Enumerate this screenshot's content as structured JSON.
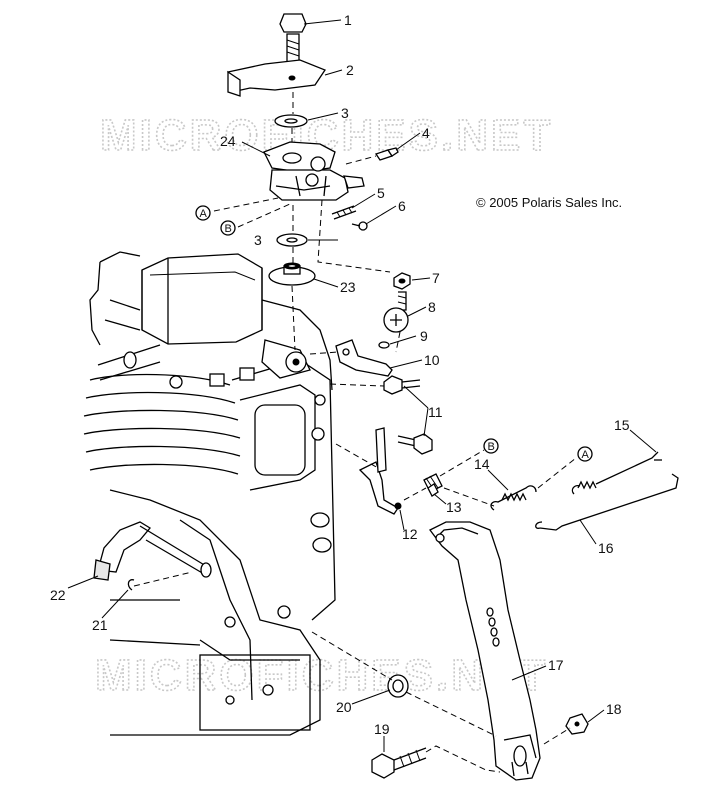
{
  "watermark": "MICROFICHES.NET",
  "copyright": "© 2005 Polaris Sales Inc.",
  "callouts": [
    "1",
    "2",
    "3",
    "4",
    "24",
    "5",
    "6",
    "A",
    "B",
    "3",
    "7",
    "23",
    "8",
    "9",
    "10",
    "11",
    "15",
    "B",
    "14",
    "A",
    "13",
    "12",
    "16",
    "22",
    "21",
    "17",
    "18",
    "20",
    "19"
  ]
}
